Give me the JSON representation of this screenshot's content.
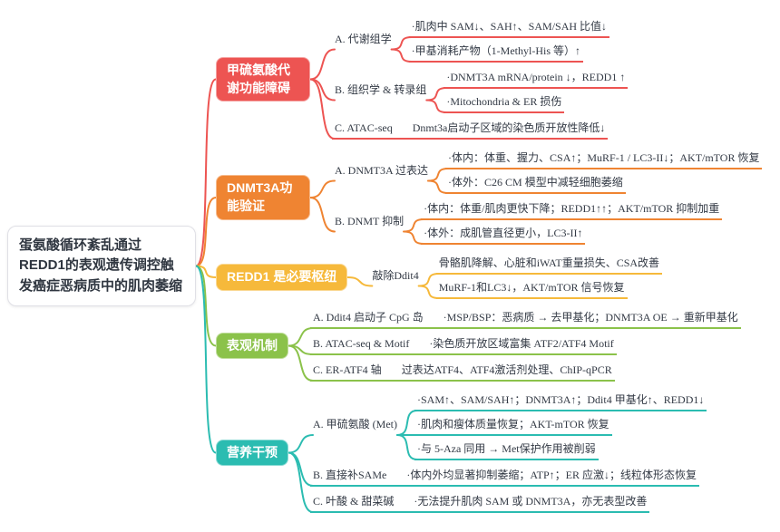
{
  "root": {
    "label": "蛋氨酸循环紊乱通过REDD1的表观遗传调控触发癌症恶病质中的肌肉萎缩"
  },
  "branches": [
    {
      "topic": "甲硫氨酸代谢功能障碍",
      "color": "#ed5452",
      "wrap": true,
      "groups": [
        {
          "label": "A. 代谢组学",
          "leaves": [
            "·肌肉中 SAM↓、SAH↑、SAM/SAH 比值↓",
            "·甲基消耗产物（1-Methyl-His 等）↑"
          ]
        },
        {
          "label": "B. 组织学 & 转录组",
          "leaves": [
            "·DNMT3A mRNA/protein ↓，REDD1 ↑",
            "·Mitochondria & ER 损伤"
          ]
        },
        {
          "label": "C. ATAC-seq",
          "leaves": [
            "Dnmt3a启动子区域的染色质开放性降低↓"
          ]
        }
      ]
    },
    {
      "topic": "DNMT3A功能验证",
      "color": "#ef8432",
      "wrap": true,
      "groups": [
        {
          "label": "A. DNMT3A 过表达",
          "leaves": [
            "·体内：体重、握力、CSA↑；MuRF-1 / LC3-II↓；AKT/mTOR 恢复",
            "·体外：C26 CM 模型中减轻细胞萎缩"
          ]
        },
        {
          "label": "B. DNMT 抑制",
          "leaves": [
            "·体内：体重/肌肉更快下降；REDD1↑↑；AKT/mTOR 抑制加重",
            "·体外：成肌管直径更小，LC3-II↑"
          ]
        }
      ]
    },
    {
      "topic": "REDD1 是必要枢纽",
      "color": "#f6b93b",
      "wrap": false,
      "groups": [
        {
          "label": "敲除Ddit4",
          "leaves": [
            "骨骼肌降解、心脏和iWAT重量损失、CSA改善",
            "MuRF-1和LC3↓，AKT/mTOR 信号恢复"
          ]
        }
      ]
    },
    {
      "topic": "表观机制",
      "color": "#8bc24a",
      "wrap": false,
      "groups": [
        {
          "label": "A. Ddit4 启动子 CpG 岛",
          "leaves": [
            "·MSP/BSP：恶病质 → 去甲基化；DNMT3A OE → 重新甲基化"
          ]
        },
        {
          "label": "B. ATAC-seq & Motif",
          "leaves": [
            "·染色质开放区域富集 ATF2/ATF4 Motif"
          ]
        },
        {
          "label": "C. ER-ATF4 轴",
          "leaves": [
            "过表达ATF4、ATF4激活剂处理、ChIP-qPCR"
          ]
        }
      ]
    },
    {
      "topic": "营养干预",
      "color": "#2bbcb1",
      "wrap": false,
      "groups": [
        {
          "label": "A. 甲硫氨酸 (Met)",
          "leaves": [
            "·SAM↑、SAM/SAH↑；DNMT3A↑；Ddit4 甲基化↑、REDD1↓",
            "·肌肉和瘦体质量恢复；AKT-mTOR 恢复",
            "·与 5-Aza 同用 → Met保护作用被削弱"
          ]
        },
        {
          "label": "B. 直接补SAMe",
          "leaves": [
            "·体内外均显著抑制萎缩；ATP↑；ER 应激↓；线粒体形态恢复"
          ]
        },
        {
          "label": "C. 叶酸 & 甜菜碱",
          "leaves": [
            "·无法提升肌肉 SAM 或 DNMT3A，亦无表型改善"
          ]
        }
      ]
    }
  ]
}
